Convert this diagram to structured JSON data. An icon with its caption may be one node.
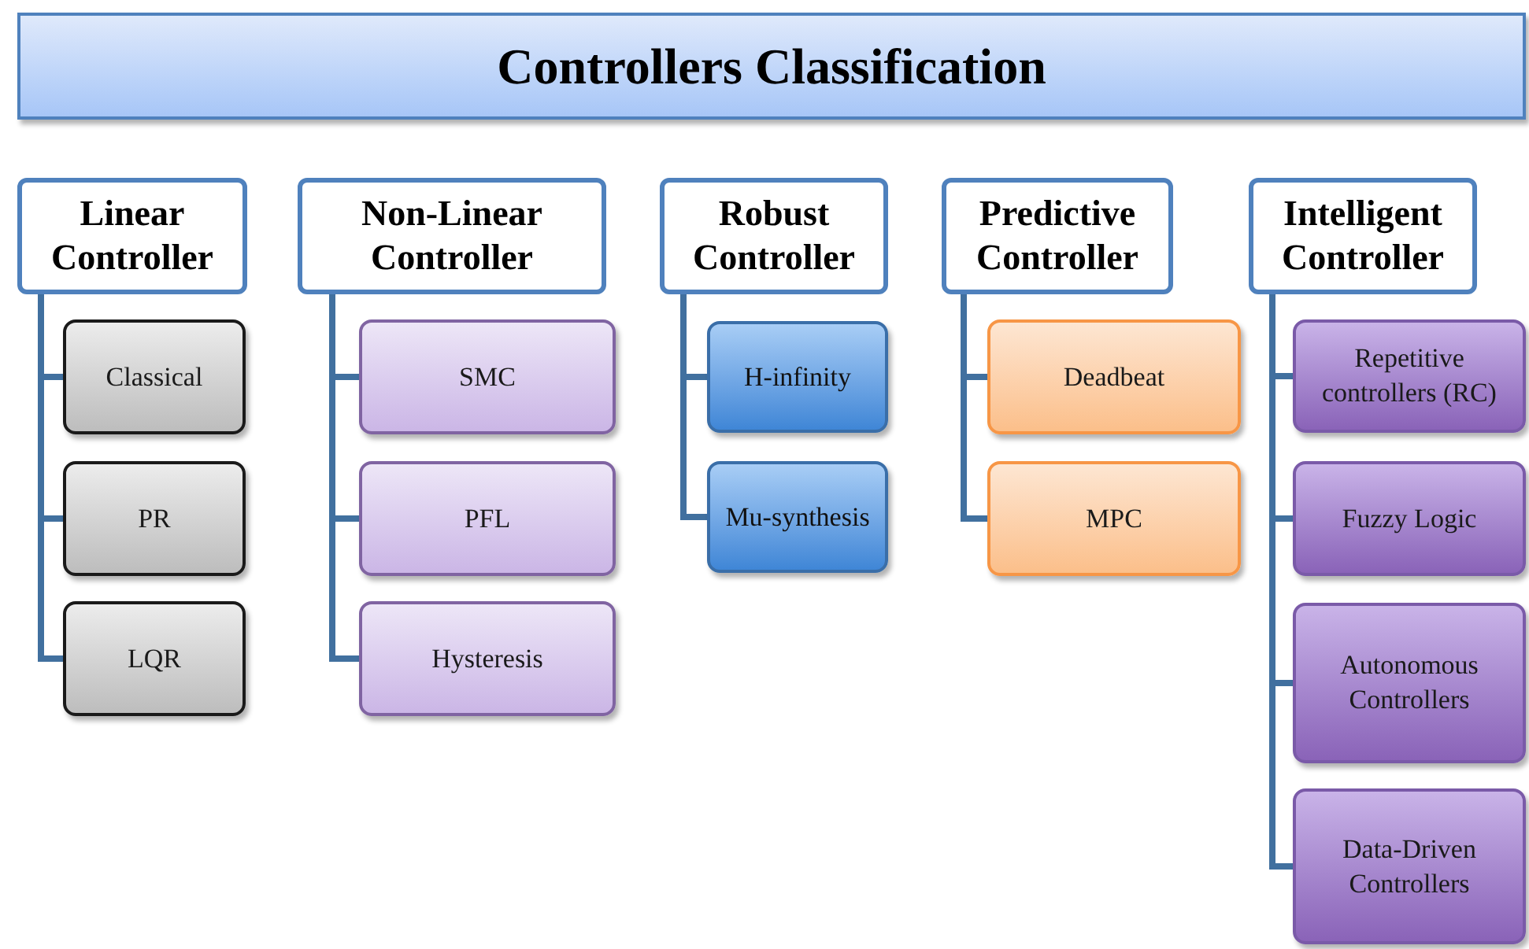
{
  "diagram": {
    "title": "Controllers Classification",
    "nodes": [
      {
        "text": [
          "Linear Controller"
        ]
      },
      {
        "text": [
          "Classical"
        ]
      },
      {
        "text": [
          "PR"
        ]
      },
      {
        "text": [
          "LQR"
        ]
      },
      {
        "text": [
          "Non-Linear Controller"
        ]
      },
      {
        "text": [
          "SMC"
        ]
      },
      {
        "text": [
          "PFL"
        ]
      },
      {
        "text": [
          "Hysteresis"
        ]
      },
      {
        "text": [
          "Robust Controller"
        ]
      },
      {
        "text": [
          "H-infinity"
        ]
      },
      {
        "text": [
          "Mu-synthesis"
        ]
      },
      {
        "text": [
          "Predictive Controller"
        ]
      },
      {
        "text": [
          "Deadbeat"
        ]
      },
      {
        "text": [
          "MPC"
        ]
      },
      {
        "text": [
          "Intelligent Controller"
        ]
      },
      {
        "text": [
          "Repetitive controllers (RC)"
        ]
      },
      {
        "text": [
          "Fuzzy Logic"
        ]
      },
      {
        "text": [
          "Autonomous Controllers"
        ]
      },
      {
        "text": [
          "Data-Driven Controllers"
        ]
      }
    ],
    "edges": [
      {
        "from": 0,
        "to": 1,
        "arrow": "none"
      },
      {
        "from": 0,
        "to": 2,
        "arrow": "none"
      },
      {
        "from": 0,
        "to": 3,
        "arrow": "none"
      },
      {
        "from": 4,
        "to": 5,
        "arrow": "none"
      },
      {
        "from": 4,
        "to": 6,
        "arrow": "none"
      },
      {
        "from": 4,
        "to": 7,
        "arrow": "none"
      },
      {
        "from": 8,
        "to": 9,
        "arrow": "none"
      },
      {
        "from": 8,
        "to": 10,
        "arrow": "none"
      },
      {
        "from": 11,
        "to": 12,
        "arrow": "none"
      },
      {
        "from": 11,
        "to": 13,
        "arrow": "none"
      },
      {
        "from": 14,
        "to": 15,
        "arrow": "none"
      },
      {
        "from": 14,
        "to": 16,
        "arrow": "none"
      },
      {
        "from": 14,
        "to": 17,
        "arrow": "none"
      },
      {
        "from": 14,
        "to": 18,
        "arrow": "none"
      }
    ]
  }
}
